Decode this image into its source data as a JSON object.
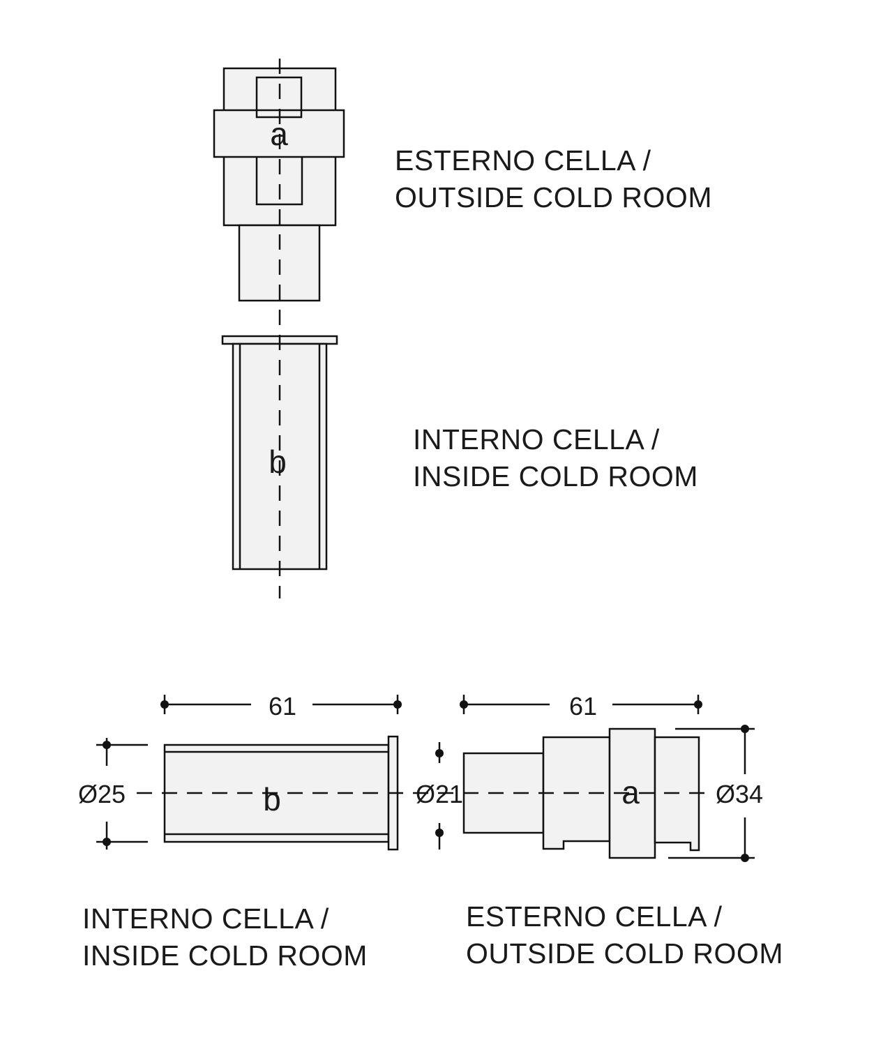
{
  "top_view": {
    "part_a_letter": "a",
    "part_b_letter": "b",
    "label_outside": {
      "line1": "ESTERNO CELLA /",
      "line2": "OUTSIDE COLD ROOM"
    },
    "label_inside": {
      "line1": "INTERNO CELLA /",
      "line2": "INSIDE COLD ROOM"
    }
  },
  "side_view_b": {
    "part_letter": "b",
    "length": "61",
    "diameter": "Ø25",
    "label": {
      "line1": "INTERNO CELLA /",
      "line2": "INSIDE COLD ROOM"
    }
  },
  "side_view_a": {
    "part_letter": "a",
    "length": "61",
    "diameter_left": "Ø21",
    "diameter_right": "Ø34",
    "label": {
      "line1": "ESTERNO CELLA /",
      "line2": "OUTSIDE COLD ROOM"
    }
  }
}
